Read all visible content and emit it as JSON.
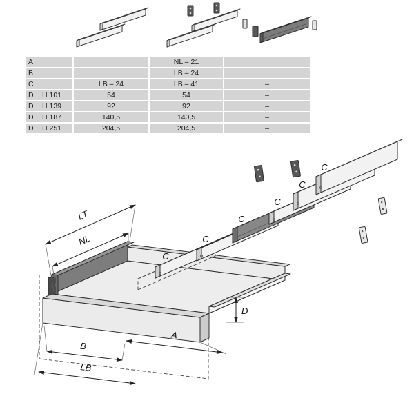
{
  "header_icons": [
    "drawer-side-panels-icon",
    "drawer-side-panels-with-brackets-icon",
    "steel-drawer-side-icon"
  ],
  "table": {
    "rows": [
      {
        "label": "A",
        "sub": "",
        "c1": "",
        "c2": "NL – 21",
        "c3": ""
      },
      {
        "label": "B",
        "sub": "",
        "c1": "",
        "c2": "LB – 24",
        "c3": ""
      },
      {
        "label": "C",
        "sub": "",
        "c1": "LB – 24",
        "c2": "LB – 41",
        "c3": "–"
      },
      {
        "label": "D",
        "sub": "H 101",
        "c1": "54",
        "c2": "54",
        "c3": "–"
      },
      {
        "label": "D",
        "sub": "H 139",
        "c1": "92",
        "c2": "92",
        "c3": "–"
      },
      {
        "label": "D",
        "sub": "H 187",
        "c1": "140,5",
        "c2": "140,5",
        "c3": "–"
      },
      {
        "label": "D",
        "sub": "H 251",
        "c1": "204,5",
        "c2": "204,5",
        "c3": "–"
      }
    ]
  },
  "diagram": {
    "labels": {
      "lt": "LT",
      "nl": "NL",
      "a": "A",
      "b": "B",
      "lb": "LB",
      "d": "D",
      "c": "C"
    }
  }
}
